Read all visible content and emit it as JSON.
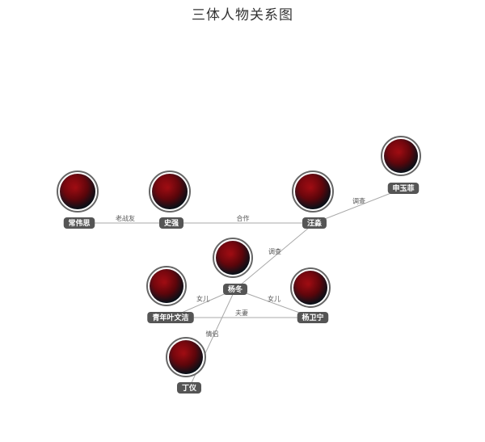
{
  "title": "三体人物关系图",
  "theme": {
    "edge_color": "#a8a8a8",
    "label_bg": "#555555",
    "portrait_red": "#b00a14",
    "portrait_dark": "#0c1c2a"
  },
  "nodes": [
    {
      "id": "changweisi",
      "name": "常伟思"
    },
    {
      "id": "shiqiang",
      "name": "史强"
    },
    {
      "id": "wangmiao",
      "name": "汪淼"
    },
    {
      "id": "shenyufei",
      "name": "申玉菲"
    },
    {
      "id": "yangdong",
      "name": "杨冬"
    },
    {
      "id": "yewenjie",
      "name": "青年叶文洁"
    },
    {
      "id": "yangweining",
      "name": "杨卫宁"
    },
    {
      "id": "dingyi",
      "name": "丁仪"
    }
  ],
  "edges": [
    {
      "source": "changweisi",
      "target": "shiqiang",
      "label": "老战友"
    },
    {
      "source": "shiqiang",
      "target": "wangmiao",
      "label": "合作"
    },
    {
      "source": "wangmiao",
      "target": "shenyufei",
      "label": "调查"
    },
    {
      "source": "wangmiao",
      "target": "yangdong",
      "label": "调查"
    },
    {
      "source": "yangdong",
      "target": "yewenjie",
      "label": "女儿"
    },
    {
      "source": "yangdong",
      "target": "yangweining",
      "label": "女儿"
    },
    {
      "source": "yewenjie",
      "target": "yangweining",
      "label": "夫妻"
    },
    {
      "source": "yangdong",
      "target": "dingyi",
      "label": "情侣"
    }
  ]
}
